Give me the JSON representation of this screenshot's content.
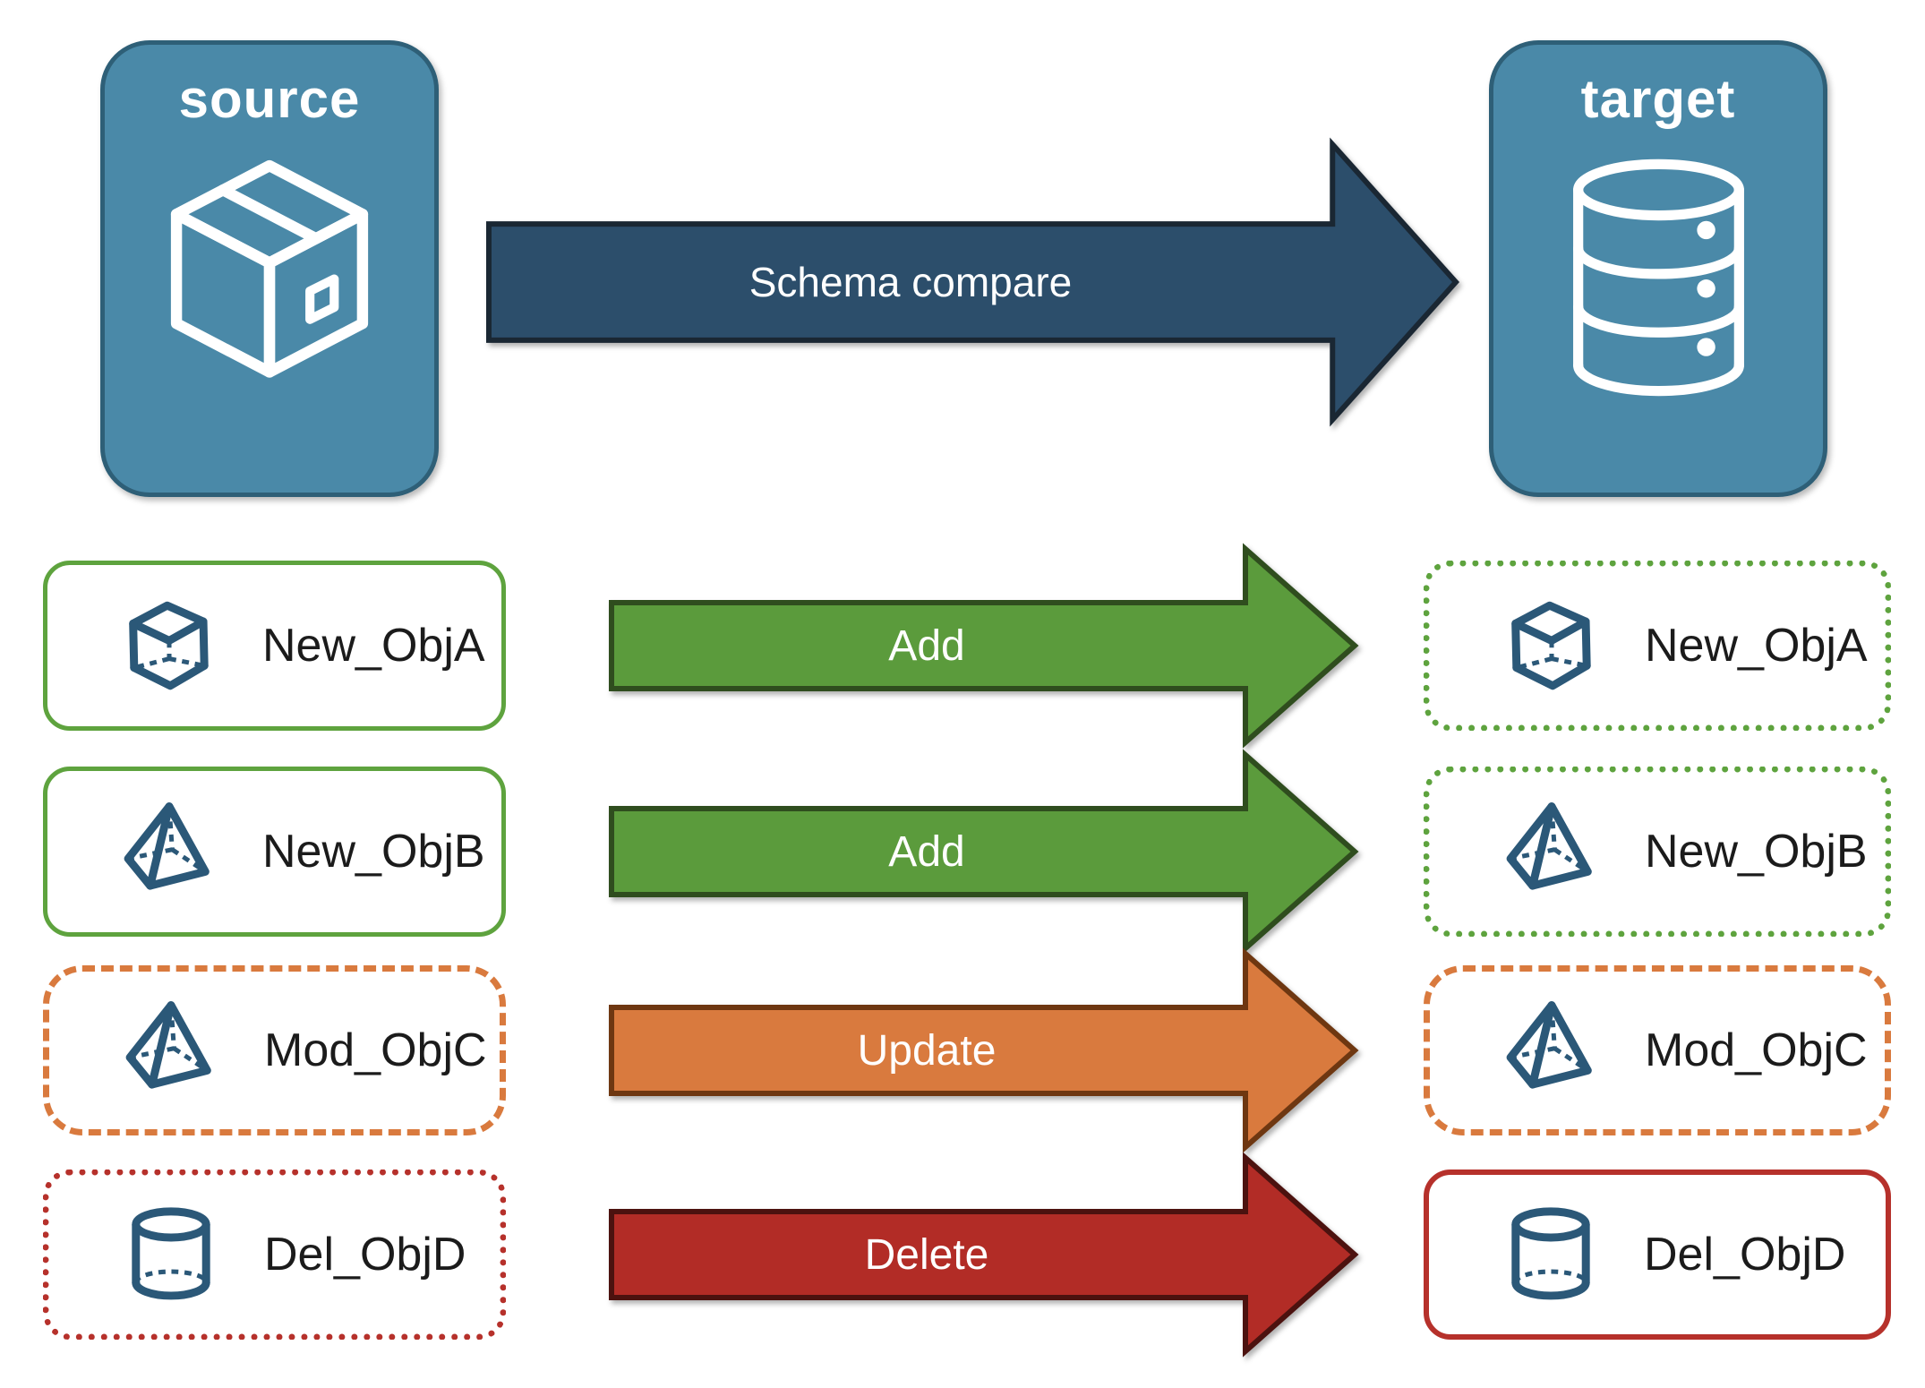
{
  "colors": {
    "panel_blue": "#4A89A8",
    "panel_blue_border": "#2E5F77",
    "icon_blue": "#2B5878",
    "navy_arrow": "#2C4E6B",
    "navy_arrow_border": "#1A2733",
    "green_arrow": "#5B9B3C",
    "green_arrow_border": "#2F4D1E",
    "green_box_border": "#5EA33E",
    "orange_arrow": "#D97A3E",
    "orange_arrow_border": "#6E3711",
    "orange_box_border": "#D97A3E",
    "red_arrow": "#B22C26",
    "red_arrow_border": "#4C120F",
    "red_box_border": "#B6312B",
    "label_text": "#1B1B1B",
    "arrow_text": "#FFFFFF"
  },
  "source_panel": {
    "label": "source",
    "icon": "package-icon"
  },
  "target_panel": {
    "label": "target",
    "icon": "database-icon"
  },
  "compare_arrow": {
    "label": "Schema compare"
  },
  "rows": [
    {
      "object_name": "New_ObjA",
      "action": "Add",
      "icon": "cube-icon",
      "source_border": "green-solid",
      "target_border": "green-dotted"
    },
    {
      "object_name": "New_ObjB",
      "action": "Add",
      "icon": "pyramid-icon",
      "source_border": "green-solid",
      "target_border": "green-dotted"
    },
    {
      "object_name": "Mod_ObjC",
      "action": "Update",
      "icon": "pyramid-icon",
      "source_border": "orange-dashed",
      "target_border": "orange-dashed"
    },
    {
      "object_name": "Del_ObjD",
      "action": "Delete",
      "icon": "cylinder-icon",
      "source_border": "red-dotted",
      "target_border": "red-solid"
    }
  ]
}
